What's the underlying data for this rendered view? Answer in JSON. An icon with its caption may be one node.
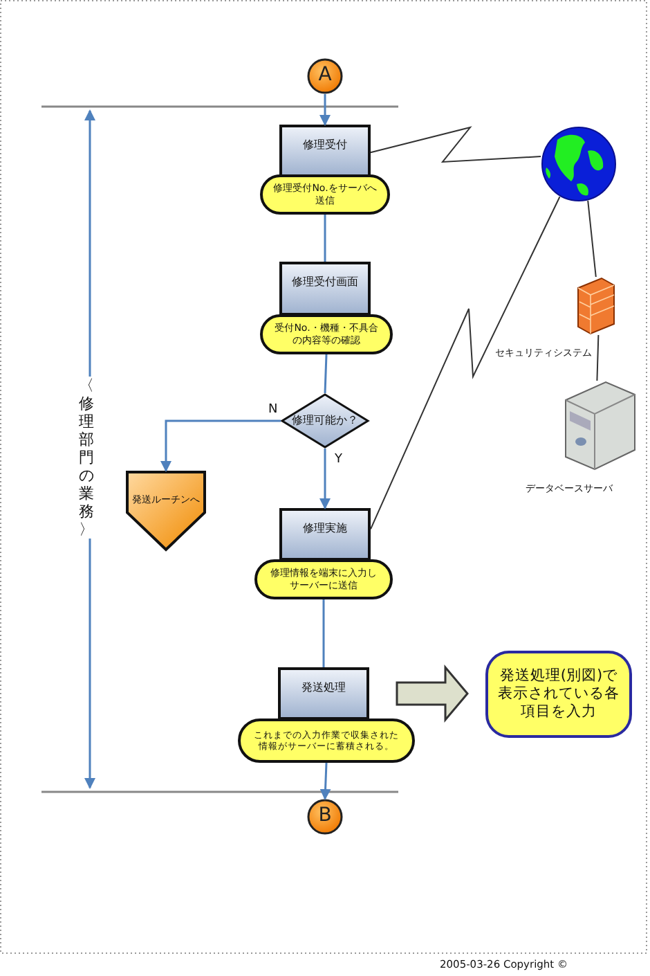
{
  "diagram": {
    "nodes": [
      {
        "text": [
          "A"
        ]
      },
      {
        "text": [
          "修理受付"
        ]
      },
      {
        "text": [
          "修理受付No.をサーバへ送信"
        ]
      },
      {
        "text": [
          "修理受付画面"
        ]
      },
      {
        "text": [
          "受付No.・機種・不具合の内容等の確認"
        ]
      },
      {
        "text": [
          "修理可能か？"
        ]
      },
      {
        "text": [
          "発送ルーチンへ"
        ]
      },
      {
        "text": [
          "修理実施"
        ]
      },
      {
        "text": [
          "修理情報を端末に入力しサーバーに送信"
        ]
      },
      {
        "text": [
          "発送処理"
        ]
      },
      {
        "text": [
          "これまでの入力作業で収集された情報がサーバーに蓄積される。"
        ]
      },
      {
        "text": [
          "B"
        ]
      },
      {
        "text": [
          "発送処理(別図)で表示されている各項目を入力"
        ]
      },
      {
        "text": [],
        "shape": "globe"
      },
      {
        "text": [
          "セキュリティシステム"
        ]
      },
      {
        "text": [
          "データベースサーバ"
        ]
      }
    ],
    "edges": [
      {
        "from": 0,
        "to": 1,
        "arrow": "to"
      },
      {
        "from": 2,
        "to": 3,
        "arrow": "none"
      },
      {
        "from": 4,
        "to": 5,
        "arrow": "none"
      },
      {
        "from": 5,
        "to": 6,
        "arrow": "to",
        "label": "N"
      },
      {
        "from": 5,
        "to": 7,
        "arrow": "to",
        "label": "Y"
      },
      {
        "from": 8,
        "to": 9,
        "arrow": "none"
      },
      {
        "from": 10,
        "to": 11,
        "arrow": "to"
      },
      {
        "from": 9,
        "to": 12,
        "arrow": "to",
        "style": "thick",
        "color": "#333333"
      },
      {
        "from": 1,
        "to": 13,
        "arrow": "none",
        "color": "#333333"
      },
      {
        "from": 7,
        "to": 13,
        "arrow": "none",
        "color": "#333333"
      },
      {
        "from": 13,
        "to": 14,
        "arrow": "none",
        "color": "#333333"
      },
      {
        "from": 14,
        "to": 15,
        "arrow": "none",
        "color": "#333333"
      }
    ],
    "labels": [
      "〈修理部門の業務〉",
      "2005-03-26 Copyright ©"
    ]
  }
}
